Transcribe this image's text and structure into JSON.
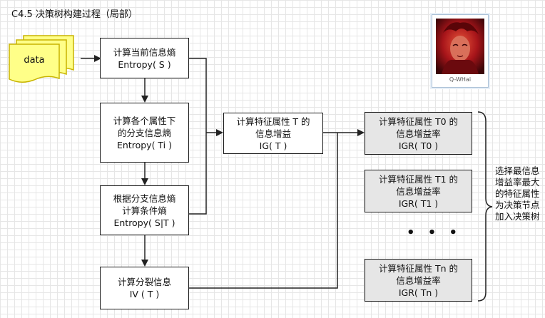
{
  "title": "C4.5 决策树构建过程（局部）",
  "data_label": "data",
  "boxes": {
    "entropy_s": [
      "计算当前信息熵",
      "Entropy( S )"
    ],
    "entropy_ti": [
      "计算各个属性下",
      "的分支信息熵",
      "Entropy( Ti )"
    ],
    "entropy_st": [
      "根据分支信息熵",
      "计算条件熵",
      "Entropy( S|T )"
    ],
    "iv": [
      "计算分裂信息",
      "IV ( T )"
    ],
    "ig": [
      "计算特征属性 T 的",
      "信息增益",
      "IG( T )"
    ],
    "igr_t0": [
      "计算特征属性 T0 的",
      "信息增益率",
      "IGR( T0 )"
    ],
    "igr_t1": [
      "计算特征属性 T1 的",
      "信息增益率",
      "IGR( T1 )"
    ],
    "igr_tn": [
      "计算特征属性 Tn 的",
      "信息增益率",
      "IGR( Tn )"
    ]
  },
  "ellipsis": "• • •",
  "side_note": "选择最信息增益率最大的特征属性为决策节点加入决策树",
  "avatar_caption": "Q-WHai",
  "colors": {
    "data_fill": "#ffff88",
    "data_stroke": "#c8b400",
    "gray_fill": "#e6e6e6"
  }
}
